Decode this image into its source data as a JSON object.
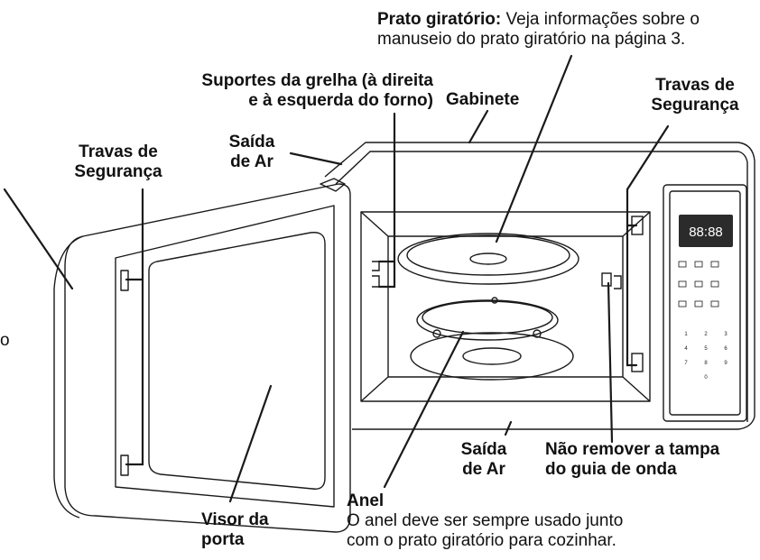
{
  "labels": {
    "prato_giratorio": {
      "title": "Prato giratório:",
      "text1": " Veja informações sobre o",
      "text2": "manuseio do prato giratório na página 3."
    },
    "suportes_grelha": {
      "line1": "Suportes da grelha (à direita",
      "line2": "e à esquerda do forno)"
    },
    "gabinete": "Gabinete",
    "travas_direita": {
      "line1": "Travas de",
      "line2": "Segurança"
    },
    "travas_esquerda": {
      "line1": "Travas de",
      "line2": "Segurança"
    },
    "saida_ar_topo": {
      "line1": "Saída",
      "line2": "de Ar"
    },
    "saida_ar_base": {
      "line1": "Saída",
      "line2": "de Ar"
    },
    "nao_remover": {
      "line1": "Não remover a tampa",
      "line2": "do guia de onda"
    },
    "anel": {
      "title": "Anel",
      "text1": "O anel deve ser sempre usado junto",
      "text2": "com o prato giratório para cozinhar."
    },
    "visor_porta": {
      "line1": "Visor da",
      "line2": "porta"
    },
    "edge_fragment": "o"
  },
  "control_panel": {
    "display": "88:88",
    "number_keys": [
      "1",
      "2",
      "3",
      "4",
      "5",
      "6",
      "7",
      "8",
      "9",
      "0"
    ]
  },
  "colors": {
    "line": "#1a1a1a",
    "panel_fill": "#ffffff",
    "display_fill": "#2b2b2b"
  }
}
